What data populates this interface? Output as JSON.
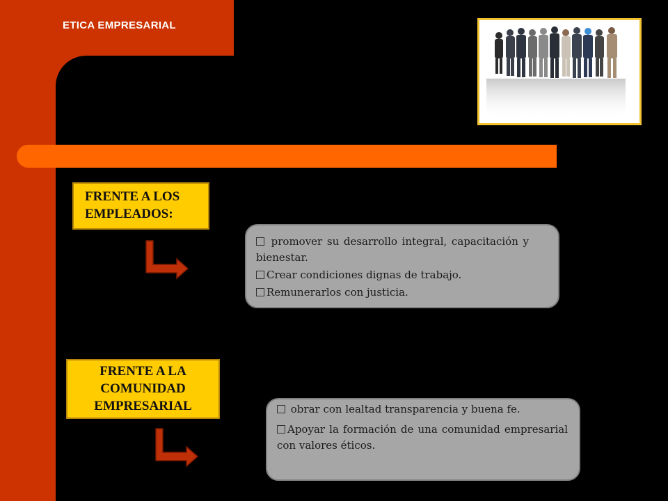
{
  "header": {
    "title": "ETICA EMPRESARIAL"
  },
  "image": {
    "icon": "group-of-business-people-photo"
  },
  "sections": [
    {
      "label": [
        "FRENTE  A LOS",
        "EMPLEADOS:"
      ],
      "items": [
        " promover su desarrollo integral, capacitación y bienestar.",
        "Crear condiciones dignas  de trabajo.",
        "Remunerarlos con justicia."
      ]
    },
    {
      "label": [
        "FRENTE  A LA",
        "COMUNIDAD",
        "EMPRESARIAL"
      ],
      "items": [
        " obrar con lealtad transparencia y buena fe.",
        "Apoyar la formación de una comunidad empresarial con valores éticos."
      ]
    }
  ],
  "colors": {
    "background": "#000000",
    "accent_red": "#cc3300",
    "accent_orange": "#ff6600",
    "label_yellow": "#ffcc00",
    "box_gray": "#a6a6a6"
  }
}
